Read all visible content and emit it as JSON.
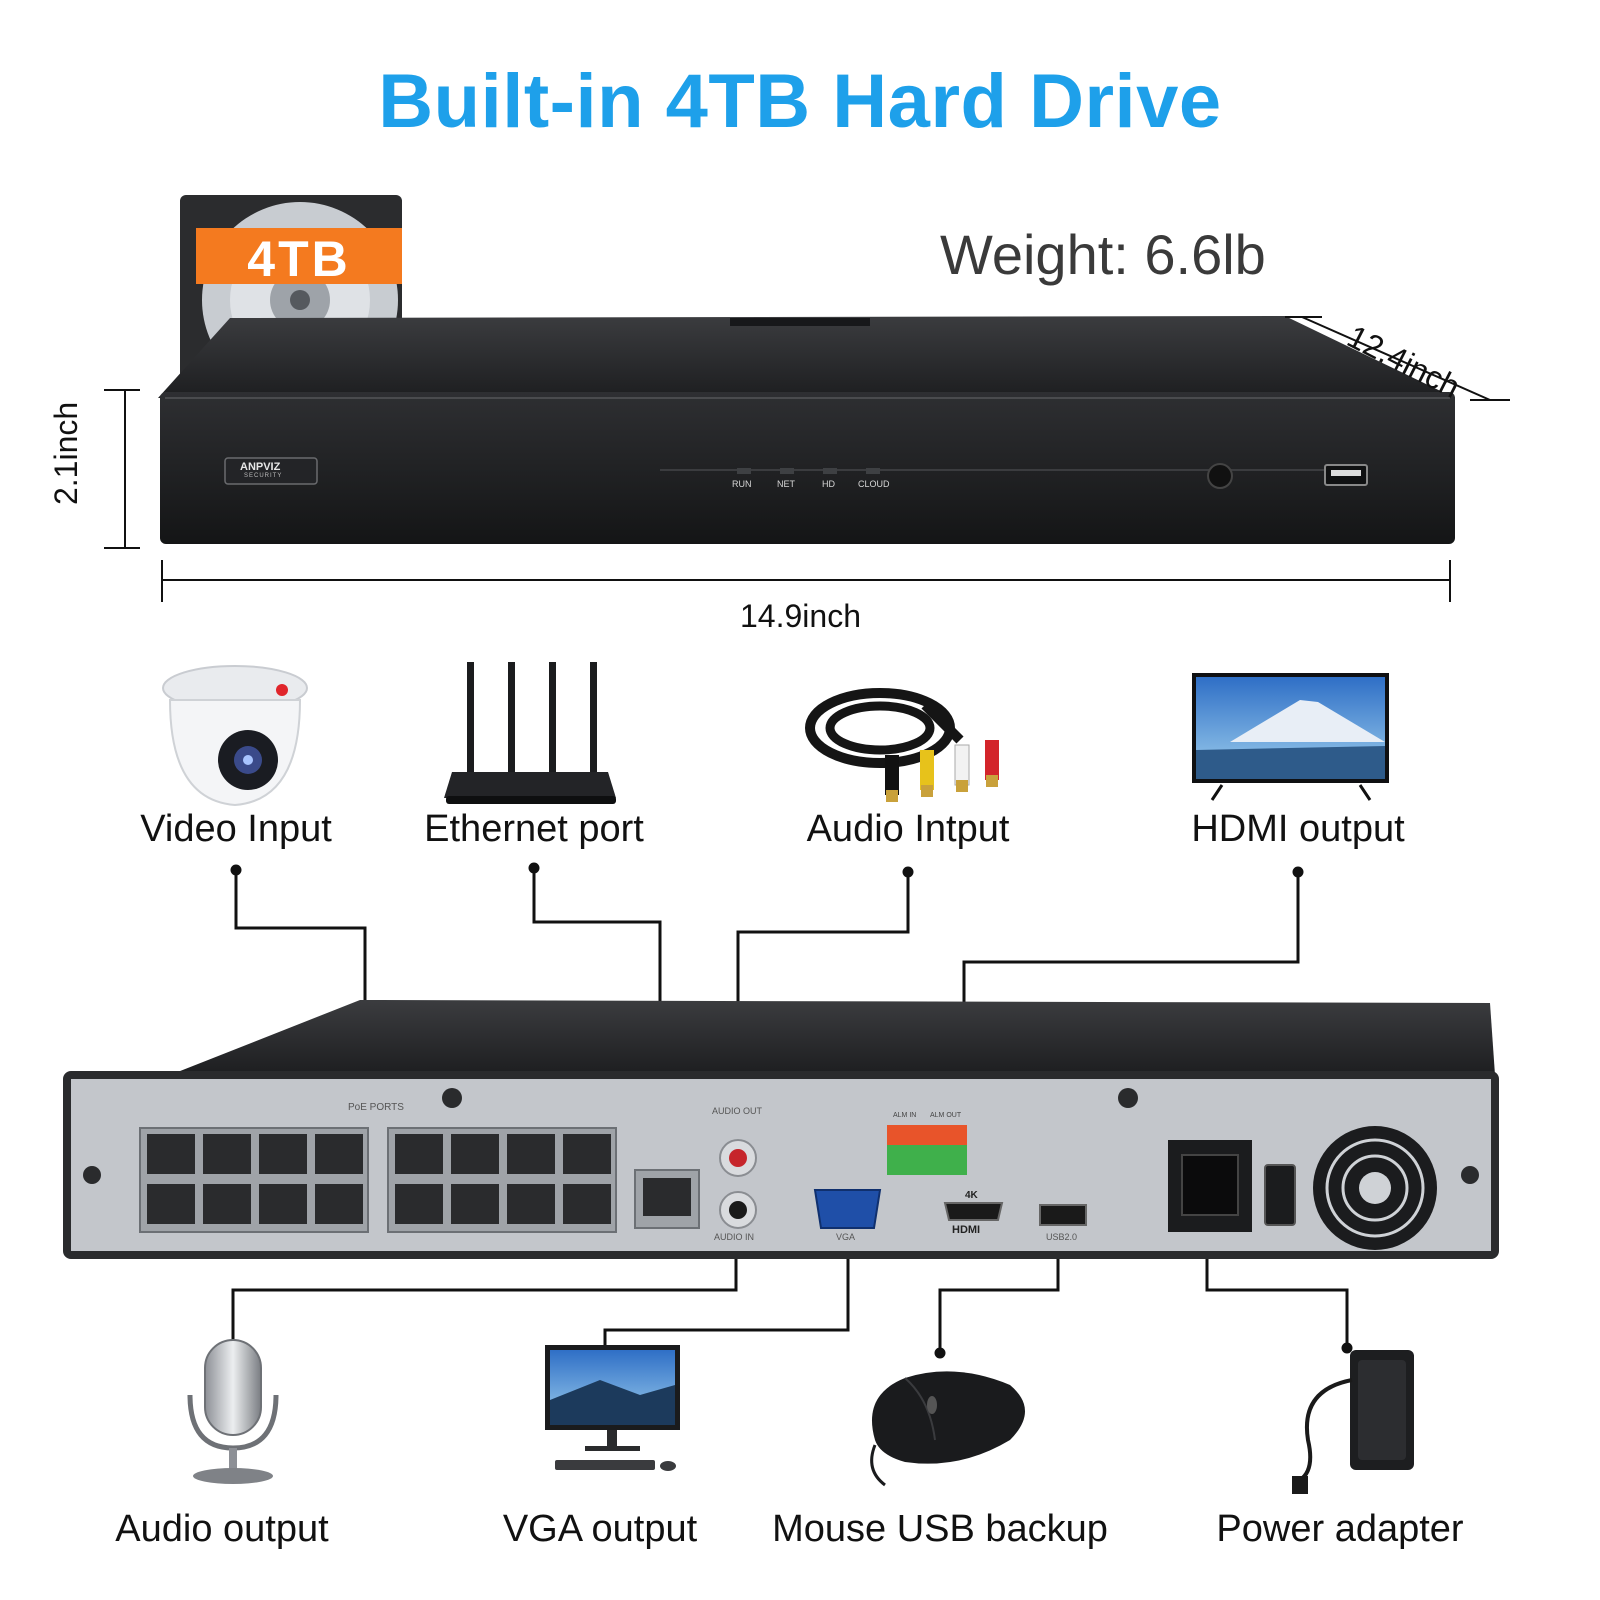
{
  "title": "Built-in 4TB Hard Drive",
  "hdd_badge": "4TB",
  "weight": "Weight: 6.6lb",
  "dimensions": {
    "width": "14.9inch",
    "depth": "12.4inch",
    "height": "2.1inch"
  },
  "brand_logo": "ANPVIZ",
  "brand_sub": "SECURITY",
  "front_leds": [
    "RUN",
    "NET",
    "HD",
    "CLOUD"
  ],
  "rear_labels": {
    "poe": "PoE PORTS",
    "audio_out": "AUDIO OUT",
    "audio_in": "AUDIO IN",
    "vga": "VGA",
    "hdmi": "HDMI",
    "hdmi_4k": "4K",
    "usb": "USB2.0",
    "alm_in": "ALM IN",
    "alm_out": "ALM OUT"
  },
  "top_connections": [
    "Video Input",
    "Ethernet port",
    "Audio Intput",
    "HDMI output"
  ],
  "bottom_connections": [
    "Audio output",
    "VGA output",
    "Mouse USB backup",
    "Power adapter"
  ],
  "colors": {
    "title": "#1ea0ea",
    "badge": "#f47a1f",
    "device": "#1f2022",
    "rear_panel": "#b9bcc1"
  },
  "icons": [
    "hard-drive-icon",
    "dome-camera-icon",
    "router-icon",
    "av-cable-icon",
    "tv-icon",
    "microphone-icon",
    "desktop-monitor-icon",
    "mouse-icon",
    "power-adapter-icon"
  ]
}
